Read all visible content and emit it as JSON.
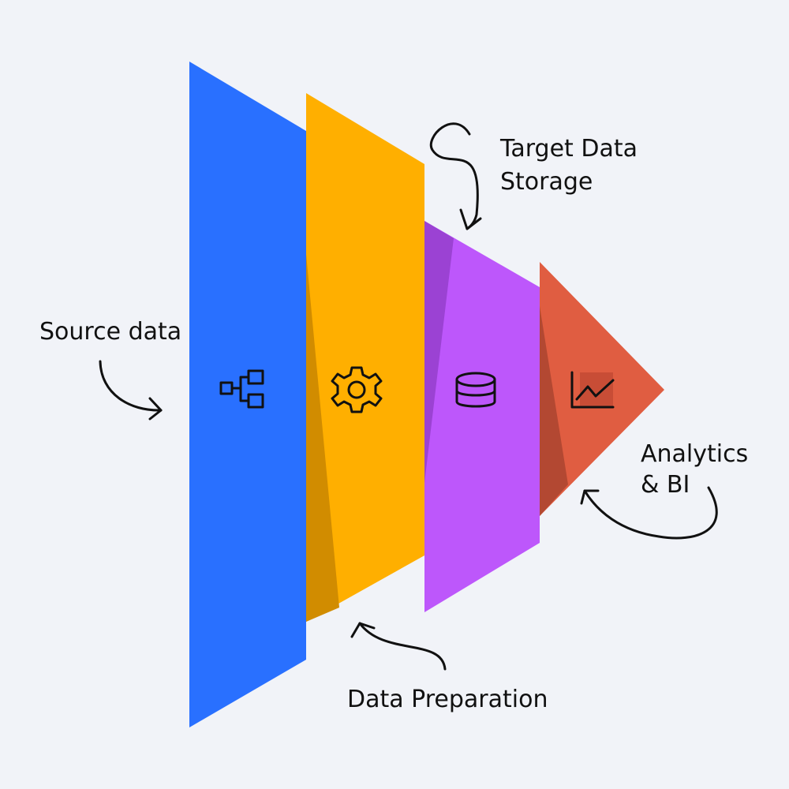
{
  "colors": {
    "background": "#f1f3f8",
    "source": "#2970ff",
    "preparation": "#ffaf00",
    "preparation_shade": "#d18c00",
    "storage": "#bd57fb",
    "storage_shade": "#9b42d3",
    "analytics": "#e05d41",
    "analytics_shade": "#b34832",
    "analytics_icon_bg": "#c84d36"
  },
  "stages": [
    {
      "id": "source",
      "label": "Source data",
      "icon": "hierarchy-icon"
    },
    {
      "id": "preparation",
      "label": "Data Preparation",
      "icon": "gear-icon"
    },
    {
      "id": "storage",
      "label_lines": [
        "Target Data",
        "Storage"
      ],
      "icon": "database-icon"
    },
    {
      "id": "analytics",
      "label_lines": [
        "Analytics",
        "& BI"
      ],
      "icon": "line-chart-icon"
    }
  ]
}
